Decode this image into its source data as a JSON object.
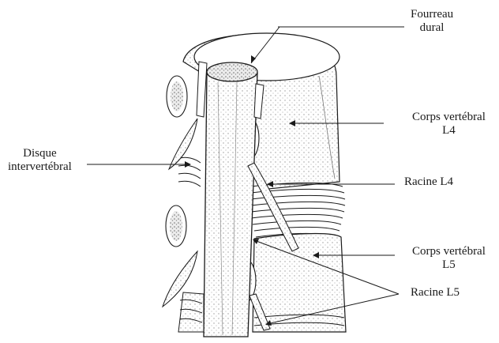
{
  "labels": {
    "fourreau_line1": "Fourreau",
    "fourreau_line2": "dural",
    "corps_l4_line1": "Corps vertébral",
    "corps_l4_line2": "L4",
    "disque_line1": "Disque",
    "disque_line2": "intervertébral",
    "racine_l4": "Racine L4",
    "corps_l5_line1": "Corps vertébral",
    "corps_l5_line2": "L5",
    "racine_l5": "Racine L5"
  },
  "colors": {
    "ink": "#1a1a1a",
    "shade": "#bdbdbd",
    "background": "#ffffff"
  }
}
